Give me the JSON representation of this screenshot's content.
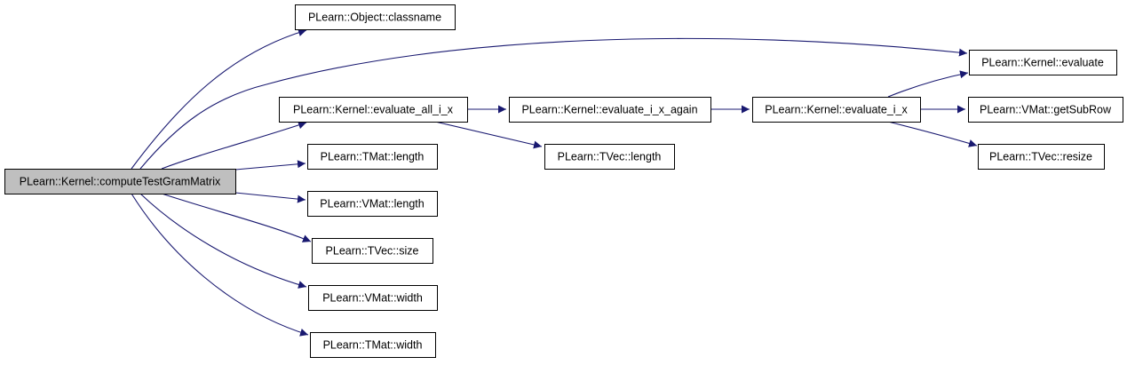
{
  "colors": {
    "edge": "#191970",
    "root_fill": "#bfbfbf",
    "node_fill": "#ffffff",
    "border": "#000000"
  },
  "nodes": [
    {
      "id": "computeTestGramMatrix",
      "label": "PLearn::Kernel::computeTestGramMatrix",
      "root": true
    },
    {
      "id": "object_classname",
      "label": "PLearn::Object::classname"
    },
    {
      "id": "evaluate_all_i_x",
      "label": "PLearn::Kernel::evaluate_all_i_x"
    },
    {
      "id": "tmat_length",
      "label": "PLearn::TMat::length"
    },
    {
      "id": "vmat_length",
      "label": "PLearn::VMat::length"
    },
    {
      "id": "tvec_size",
      "label": "PLearn::TVec::size"
    },
    {
      "id": "vmat_width",
      "label": "PLearn::VMat::width"
    },
    {
      "id": "tmat_width",
      "label": "PLearn::TMat::width"
    },
    {
      "id": "evaluate_i_x_again",
      "label": "PLearn::Kernel::evaluate_i_x_again"
    },
    {
      "id": "tvec_length",
      "label": "PLearn::TVec::length"
    },
    {
      "id": "evaluate_i_x",
      "label": "PLearn::Kernel::evaluate_i_x"
    },
    {
      "id": "kernel_evaluate",
      "label": "PLearn::Kernel::evaluate"
    },
    {
      "id": "vmat_getsubrow",
      "label": "PLearn::VMat::getSubRow"
    },
    {
      "id": "tvec_resize",
      "label": "PLearn::TVec::resize"
    }
  ],
  "edges": [
    {
      "from": "computeTestGramMatrix",
      "to": "object_classname"
    },
    {
      "from": "computeTestGramMatrix",
      "to": "kernel_evaluate"
    },
    {
      "from": "computeTestGramMatrix",
      "to": "evaluate_all_i_x"
    },
    {
      "from": "computeTestGramMatrix",
      "to": "tmat_length"
    },
    {
      "from": "computeTestGramMatrix",
      "to": "vmat_length"
    },
    {
      "from": "computeTestGramMatrix",
      "to": "tvec_size"
    },
    {
      "from": "computeTestGramMatrix",
      "to": "vmat_width"
    },
    {
      "from": "computeTestGramMatrix",
      "to": "tmat_width"
    },
    {
      "from": "evaluate_all_i_x",
      "to": "evaluate_i_x_again"
    },
    {
      "from": "evaluate_all_i_x",
      "to": "tvec_length"
    },
    {
      "from": "evaluate_i_x_again",
      "to": "evaluate_i_x"
    },
    {
      "from": "evaluate_i_x",
      "to": "kernel_evaluate"
    },
    {
      "from": "evaluate_i_x",
      "to": "vmat_getsubrow"
    },
    {
      "from": "evaluate_i_x",
      "to": "tvec_resize"
    }
  ]
}
